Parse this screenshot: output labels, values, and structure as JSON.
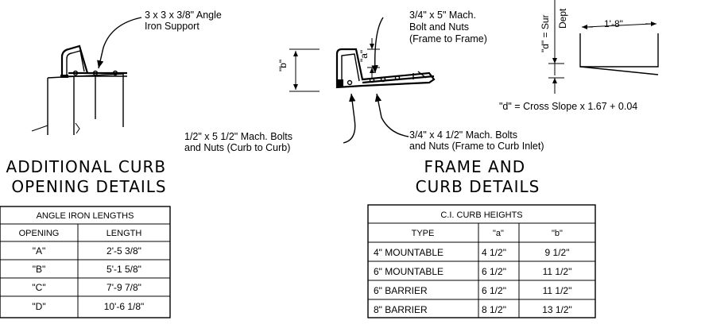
{
  "labels": {
    "angle_support": [
      "3 x 3 x 3/8\" Angle",
      "Iron Support"
    ],
    "bolt_frame_to_frame": [
      "3/4\" x 5\" Mach.",
      "Bolt and Nuts",
      "(Frame to Frame)"
    ],
    "bolt_curb_to_curb": [
      "1/2\" x 5 1/2\" Mach. Bolts",
      "and Nuts (Curb to Curb)"
    ],
    "bolt_frame_to_inlet": [
      "3/4\" x 4 1/2\" Mach. Bolts",
      "and Nuts (Frame to Curb Inlet)"
    ],
    "dim_a": "\"a\"",
    "dim_b": "\"b\"",
    "dim_d_equals": "\"d\" = Sur",
    "dim_depth": "Dept",
    "dim_length": "1'-8\"",
    "cross_slope_formula": "\"d\" = Cross Slope x 1.67 + 0.04"
  },
  "titles": {
    "additional": [
      "ADDITIONAL CURB",
      "OPENING DETAILS"
    ],
    "frame": [
      "FRAME AND",
      "CURB DETAILS"
    ]
  },
  "angle_table": {
    "title": "ANGLE IRON LENGTHS",
    "headers": [
      "OPENING",
      "LENGTH"
    ],
    "rows": [
      [
        "\"A\"",
        "2'-5 3/8\""
      ],
      [
        "\"B\"",
        "5'-1 5/8\""
      ],
      [
        "\"C\"",
        "7'-9 7/8\""
      ],
      [
        "\"D\"",
        "10'-6 1/8\""
      ]
    ]
  },
  "curb_table": {
    "title": "C.I. CURB HEIGHTS",
    "headers": [
      "TYPE",
      "\"a\"",
      "\"b\""
    ],
    "rows": [
      [
        "4\" MOUNTABLE",
        "4 1/2\"",
        "9 1/2\""
      ],
      [
        "6\" MOUNTABLE",
        "6 1/2\"",
        "11 1/2\""
      ],
      [
        "6\" BARRIER",
        "6 1/2\"",
        "11 1/2\""
      ],
      [
        "8\" BARRIER",
        "8 1/2\"",
        "13 1/2\""
      ]
    ]
  }
}
